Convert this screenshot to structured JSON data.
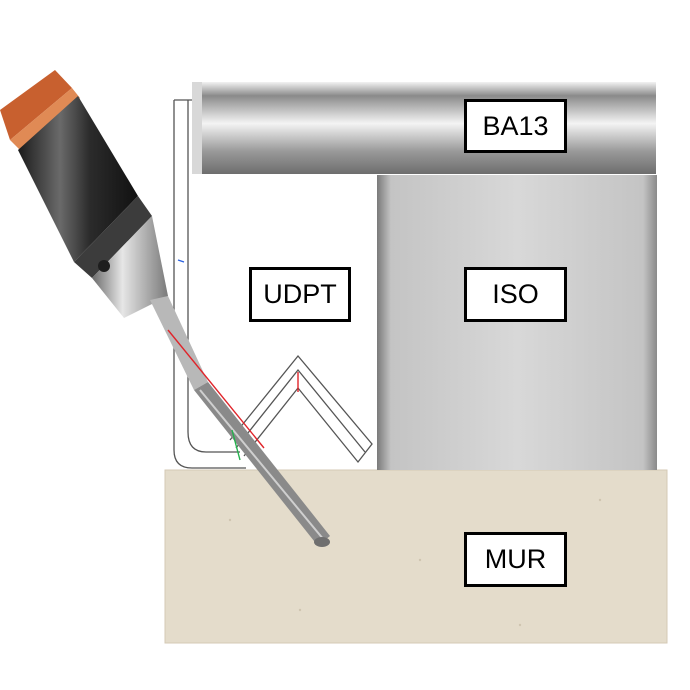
{
  "labels": {
    "plasterboard": "BA13",
    "frame": "UDPT",
    "insulation": "ISO",
    "wall": "MUR"
  },
  "colors": {
    "wall_fill": "#e4dccb",
    "insulation_fill": "#c9c9c9",
    "board_fill": "#b5b5b5",
    "drill_body": "#2a2a2a",
    "drill_copper": "#c8602f",
    "bit_grey": "#8a8a8a",
    "axis_red": "#e0242a",
    "axis_green": "#22b14c",
    "axis_blue": "#2a60e0"
  }
}
